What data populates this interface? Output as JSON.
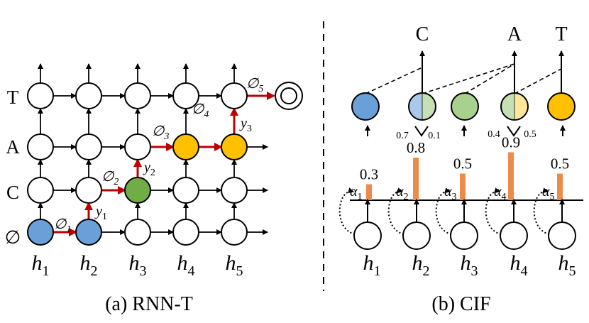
{
  "rnnt": {
    "caption": "(a) RNN-T",
    "row_labels": [
      "T",
      "A",
      "C",
      "∅"
    ],
    "col_labels": [
      [
        "h",
        "1"
      ],
      [
        "h",
        "2"
      ],
      [
        "h",
        "3"
      ],
      [
        "h",
        "4"
      ],
      [
        "h",
        "5"
      ]
    ],
    "blank_labels": [
      [
        "∅",
        "1"
      ],
      [
        "∅",
        "2"
      ],
      [
        "∅",
        "3"
      ],
      [
        "∅",
        "4"
      ],
      [
        "∅",
        "5"
      ]
    ],
    "emit_labels": [
      [
        "y",
        "1"
      ],
      [
        "y",
        "2"
      ],
      [
        "y",
        "3"
      ]
    ],
    "colors": {
      "blue": "#6a9fd8",
      "green": "#70ad47",
      "yellow": "#ffc000",
      "path": "#c00000"
    }
  },
  "cif": {
    "caption": "(b) CIF",
    "outputs": [
      "C",
      "A",
      "T"
    ],
    "col_labels": [
      [
        "h",
        "1"
      ],
      [
        "h",
        "2"
      ],
      [
        "h",
        "3"
      ],
      [
        "h",
        "4"
      ],
      [
        "h",
        "5"
      ]
    ],
    "alpha_labels": [
      [
        "α",
        "1"
      ],
      [
        "α",
        "2"
      ],
      [
        "α",
        "3"
      ],
      [
        "α",
        "4"
      ],
      [
        "α",
        "5"
      ]
    ],
    "bar_values": [
      "0.3",
      "0.8",
      "0.5",
      "0.9",
      "0.5"
    ],
    "bar_numbers": [
      0.3,
      0.8,
      0.5,
      0.9,
      0.5
    ],
    "split_labels": [
      "0.7",
      "0.1",
      "0.4",
      "0.5"
    ],
    "colors": {
      "bar": "#ed8b4a",
      "blue_light": "#a9c8ec",
      "green_light": "#c5e0b4",
      "yellow_light": "#ffe699"
    }
  }
}
